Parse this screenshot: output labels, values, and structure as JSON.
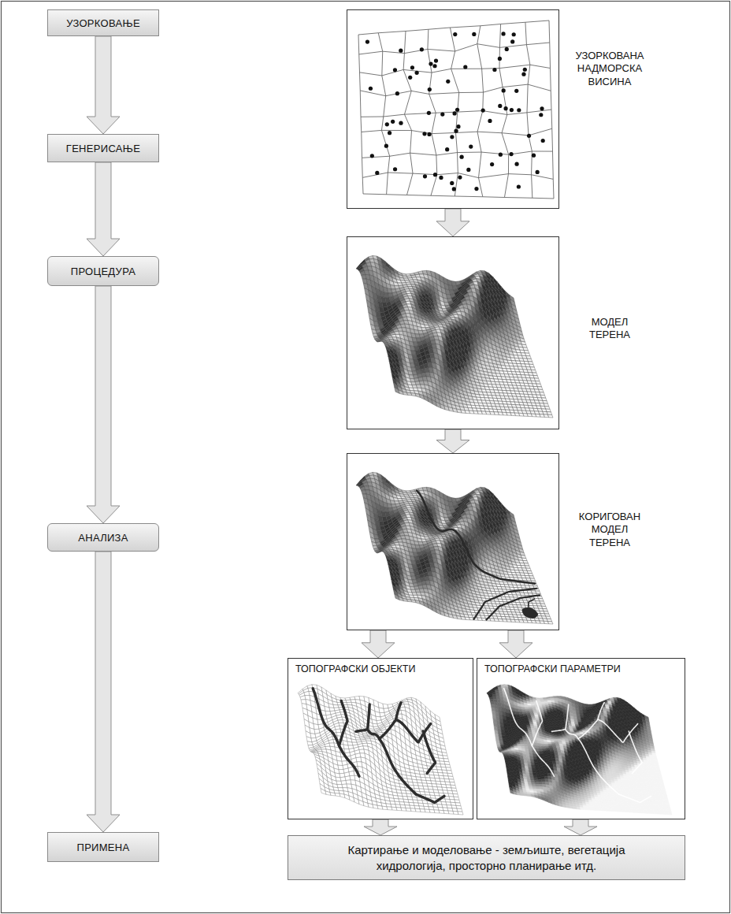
{
  "diagram": {
    "nodes": [
      {
        "text": [
          "УЗОРКОВАЊЕ"
        ]
      },
      {
        "text": [
          "ГЕНЕРИСАЊЕ"
        ]
      },
      {
        "text": [
          "ПРОЦЕДУРА"
        ]
      },
      {
        "text": [
          "АНАЛИЗА"
        ]
      },
      {
        "text": [
          "ПРИМЕНА"
        ]
      },
      {
        "text": [
          "УЗОРКОВАНА НАДМОРСКА ВИСИНА"
        ]
      },
      {
        "text": [
          "МОДЕЛ ТЕРЕНА"
        ]
      },
      {
        "text": [
          "КОРИГОВАН МОДЕЛ ТЕРЕНА"
        ]
      },
      {
        "text": [
          "ТОПОГРАФСКИ ОБЈЕКТИ"
        ]
      },
      {
        "text": [
          "ТОПОГРАФСКИ ПАРАМЕТРИ"
        ]
      },
      {
        "text": [
          "Картирање и моделовање - земљиште, вегетација хидрологија, просторно планирање итд."
        ]
      }
    ],
    "edges": [
      {
        "from": 0,
        "to": 1,
        "arrow": "to"
      },
      {
        "from": 1,
        "to": 2,
        "arrow": "to"
      },
      {
        "from": 2,
        "to": 3,
        "arrow": "to"
      },
      {
        "from": 3,
        "to": 4,
        "arrow": "to"
      },
      {
        "from": 5,
        "to": 6,
        "arrow": "to"
      },
      {
        "from": 6,
        "to": 7,
        "arrow": "to"
      },
      {
        "from": 7,
        "to": 8,
        "arrow": "to"
      },
      {
        "from": 7,
        "to": 9,
        "arrow": "to"
      },
      {
        "from": 8,
        "to": 10,
        "arrow": "to"
      },
      {
        "from": 9,
        "to": 10,
        "arrow": "to"
      }
    ]
  }
}
